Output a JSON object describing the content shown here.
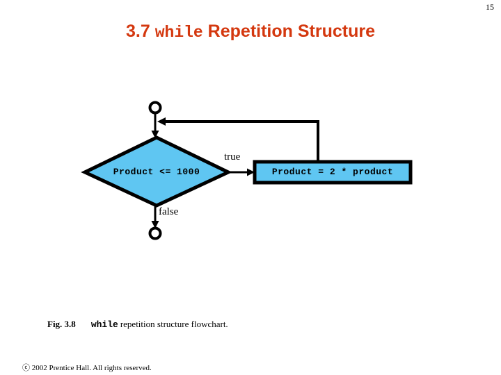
{
  "slide": {
    "page_number": "15",
    "title": {
      "prefix": "3.7 ",
      "keyword": "while",
      "suffix": " Repetition Structure"
    },
    "title_color": "#D4380F",
    "background_color": "#FFFFFF"
  },
  "flowchart": {
    "fill_color": "#5FC6F2",
    "stroke_color": "#000000",
    "nodes": {
      "start_connector": {
        "icon": "small-circle-connector",
        "label": ""
      },
      "decision": {
        "shape": "diamond",
        "text": "Product <= 1000"
      },
      "process": {
        "shape": "rectangle",
        "text": "Product = 2 * product"
      },
      "end_connector": {
        "icon": "small-circle-connector",
        "label": ""
      }
    },
    "edges": {
      "true_label": "true",
      "false_label": "false"
    }
  },
  "caption": {
    "figure_label": "Fig. 3.8",
    "keyword": "while",
    "rest": "repetition structure flowchart."
  },
  "footer": {
    "copyright": "ⓒ 2002 Prentice Hall.  All rights reserved."
  }
}
